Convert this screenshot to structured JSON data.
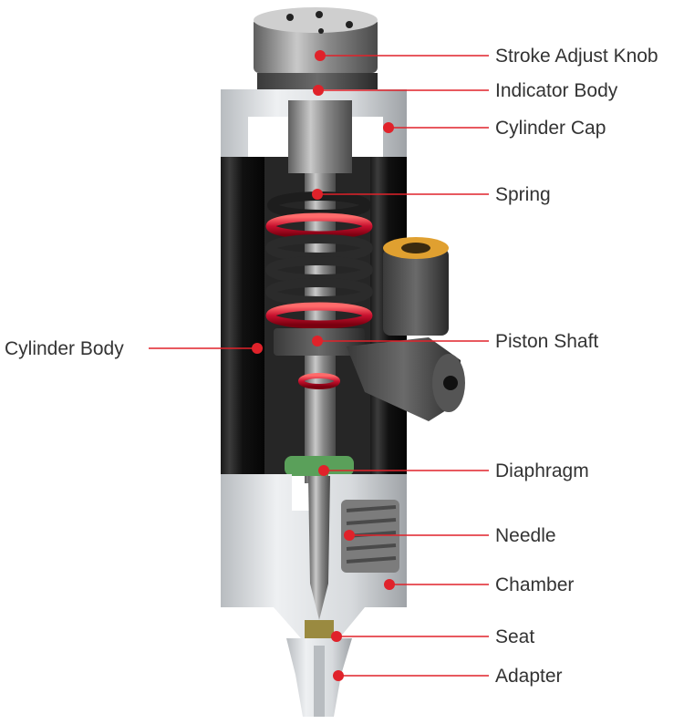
{
  "diagram": {
    "accent_color": "#e0222a",
    "labels": [
      {
        "id": "stroke-adjust-knob",
        "text": "Stroke Adjust Knob"
      },
      {
        "id": "indicator-body",
        "text": "Indicator Body"
      },
      {
        "id": "cylinder-cap",
        "text": "Cylinder Cap"
      },
      {
        "id": "spring",
        "text": "Spring"
      },
      {
        "id": "piston-shaft",
        "text": "Piston Shaft"
      },
      {
        "id": "diaphragm",
        "text": "Diaphragm"
      },
      {
        "id": "needle",
        "text": "Needle"
      },
      {
        "id": "chamber",
        "text": "Chamber"
      },
      {
        "id": "seat",
        "text": "Seat"
      },
      {
        "id": "adapter",
        "text": "Adapter"
      },
      {
        "id": "cylinder-body",
        "text": "Cylinder Body"
      }
    ]
  }
}
